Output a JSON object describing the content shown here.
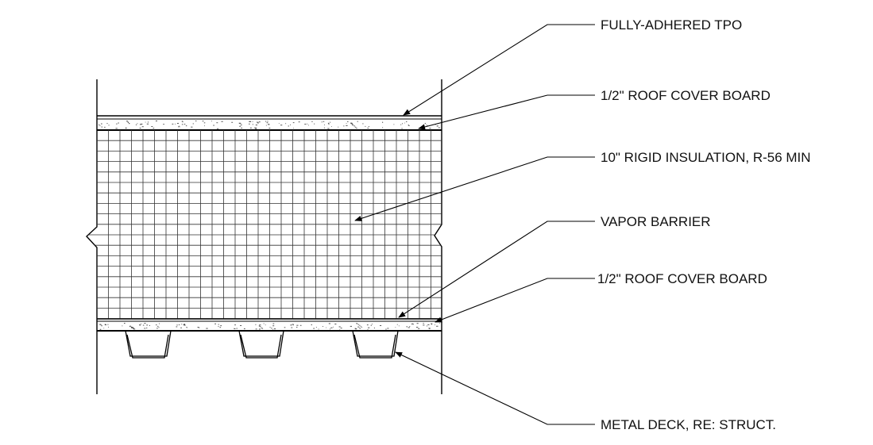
{
  "diagram": {
    "labels": [
      {
        "id": "tpo",
        "text": "FULLY-ADHERED TPO"
      },
      {
        "id": "cover_top",
        "text": "1/2\" ROOF COVER BOARD"
      },
      {
        "id": "insulation",
        "text": "10\" RIGID INSULATION, R-56 MIN"
      },
      {
        "id": "vapor",
        "text": "VAPOR BARRIER"
      },
      {
        "id": "cover_bottom",
        "text": "1/2\" ROOF COVER BOARD"
      },
      {
        "id": "deck",
        "text": "METAL DECK, RE: STRUCT."
      }
    ]
  }
}
